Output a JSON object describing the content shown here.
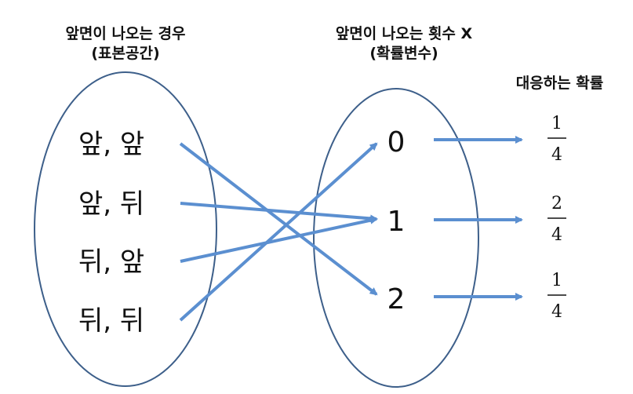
{
  "headings": {
    "sample_space_line1": "앞면이 나오는 경우",
    "sample_space_line2": "(표본공간)",
    "random_variable_line1": "앞면이 나오는 횟수 X",
    "random_variable_line2": "(확률변수)",
    "probability": "대응하는 확률"
  },
  "outcomes": [
    "앞, 앞",
    "앞, 뒤",
    "뒤, 앞",
    "뒤, 뒤"
  ],
  "values": [
    "0",
    "1",
    "2"
  ],
  "probabilities": [
    {
      "numerator": "1",
      "denominator": "4"
    },
    {
      "numerator": "2",
      "denominator": "4"
    },
    {
      "numerator": "1",
      "denominator": "4"
    }
  ],
  "mapping": [
    {
      "outcome": "앞, 앞",
      "value": "2"
    },
    {
      "outcome": "앞, 뒤",
      "value": "1"
    },
    {
      "outcome": "뒤, 앞",
      "value": "1"
    },
    {
      "outcome": "뒤, 뒤",
      "value": "0"
    }
  ],
  "colors": {
    "arrow": "#5b8fd0",
    "ellipse_stroke": "#3d5f8a",
    "text": "#111111"
  }
}
